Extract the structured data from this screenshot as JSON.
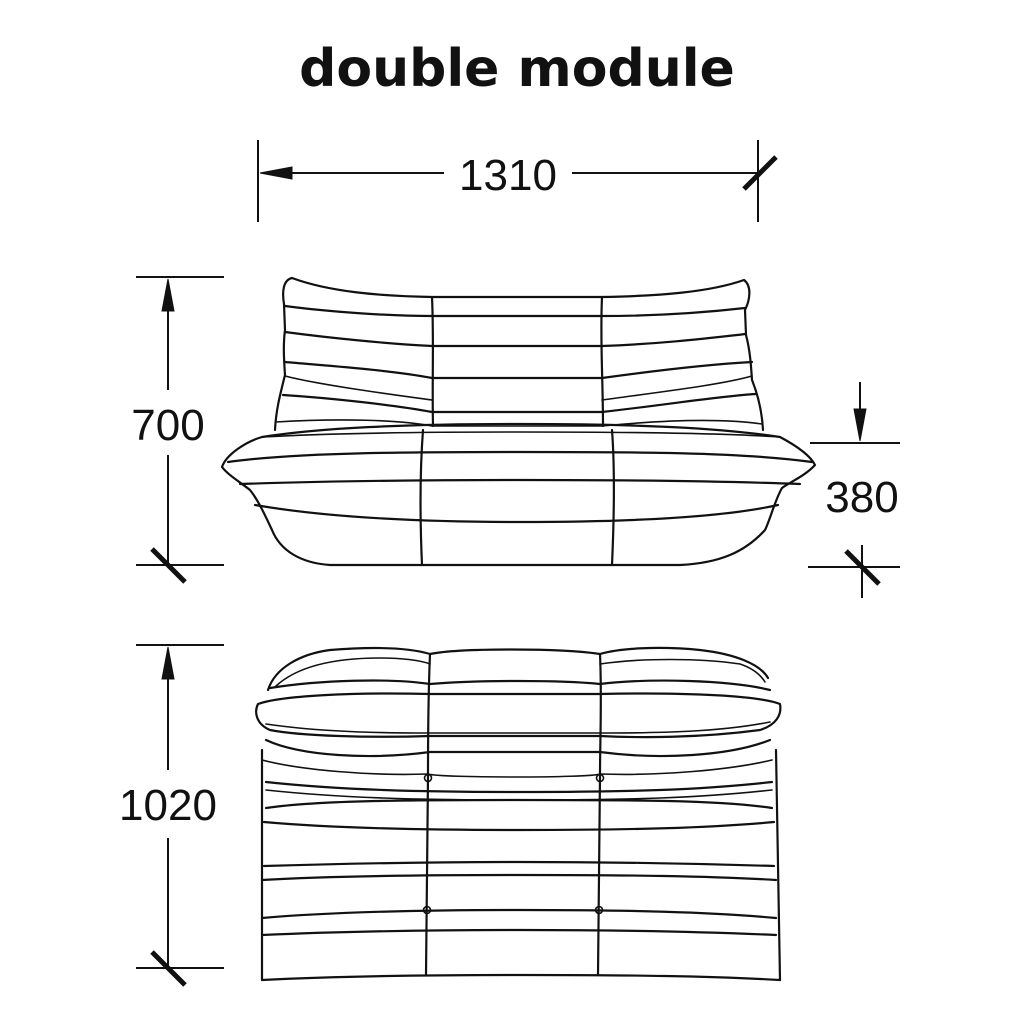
{
  "title": "double module",
  "dimensions": {
    "width": "1310",
    "height": "700",
    "seat_height": "380",
    "depth": "1020"
  }
}
